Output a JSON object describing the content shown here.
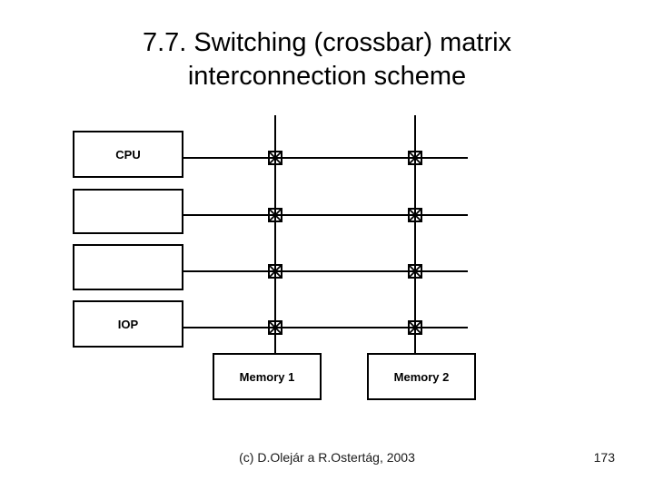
{
  "slide": {
    "title": "7.7. Switching (crossbar) matrix\ninterconnection scheme",
    "footer_credit": "(c) D.Olejár a R.Ostertág, 2003",
    "page_number": "173"
  },
  "diagram": {
    "left_boxes": [
      {
        "label": "CPU"
      },
      {
        "label": ""
      },
      {
        "label": ""
      },
      {
        "label": "IOP"
      }
    ],
    "memory_boxes": [
      {
        "label": "Memory 1"
      },
      {
        "label": "Memory 2"
      }
    ],
    "icons": {
      "crossbar_switch": "☒"
    },
    "colors": {
      "line": "#000000",
      "border": "#000000",
      "background": "#ffffff",
      "text": "#000000"
    }
  }
}
